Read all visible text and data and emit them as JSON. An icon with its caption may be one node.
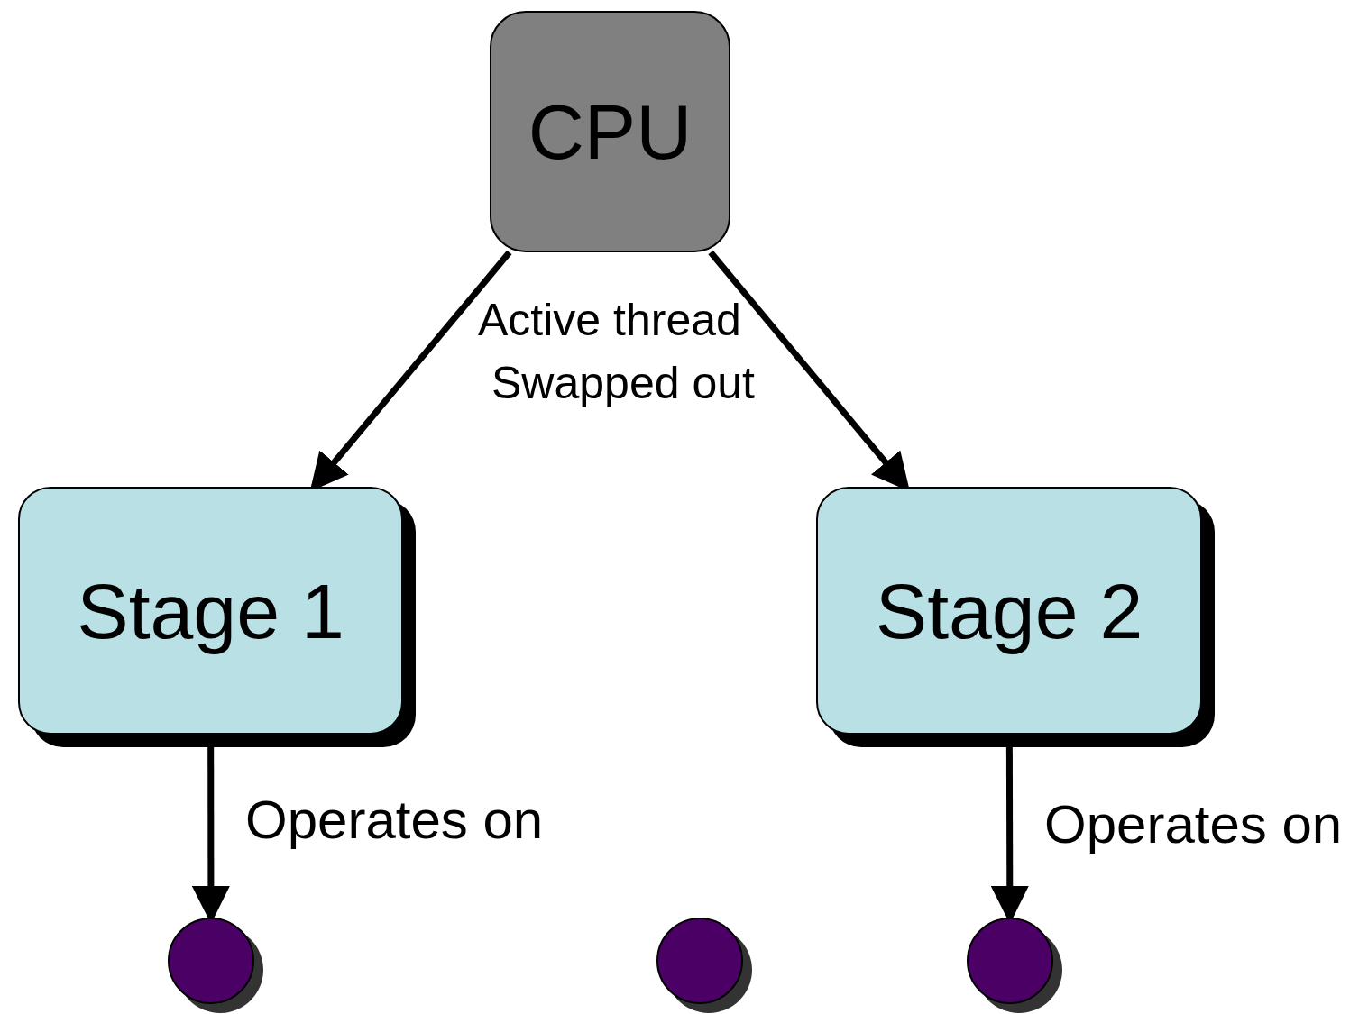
{
  "diagram": {
    "nodes": [
      {
        "text": [
          "CPU"
        ]
      },
      {
        "text": [
          "Stage 1"
        ]
      },
      {
        "text": [
          "Stage 2"
        ]
      },
      {
        "text": [],
        "shape": "circle"
      },
      {
        "text": [],
        "shape": "circle"
      },
      {
        "text": [],
        "shape": "circle"
      }
    ],
    "edges": [
      {
        "from": 0,
        "to": 1,
        "arrow": "to"
      },
      {
        "from": 0,
        "to": 2,
        "arrow": "to"
      },
      {
        "from": 1,
        "to": 3,
        "arrow": "to",
        "label": "Operates on"
      },
      {
        "from": 2,
        "to": 5,
        "arrow": "to",
        "label": "Operates on"
      }
    ],
    "labels": [
      "Active thread",
      "Swapped out"
    ]
  }
}
